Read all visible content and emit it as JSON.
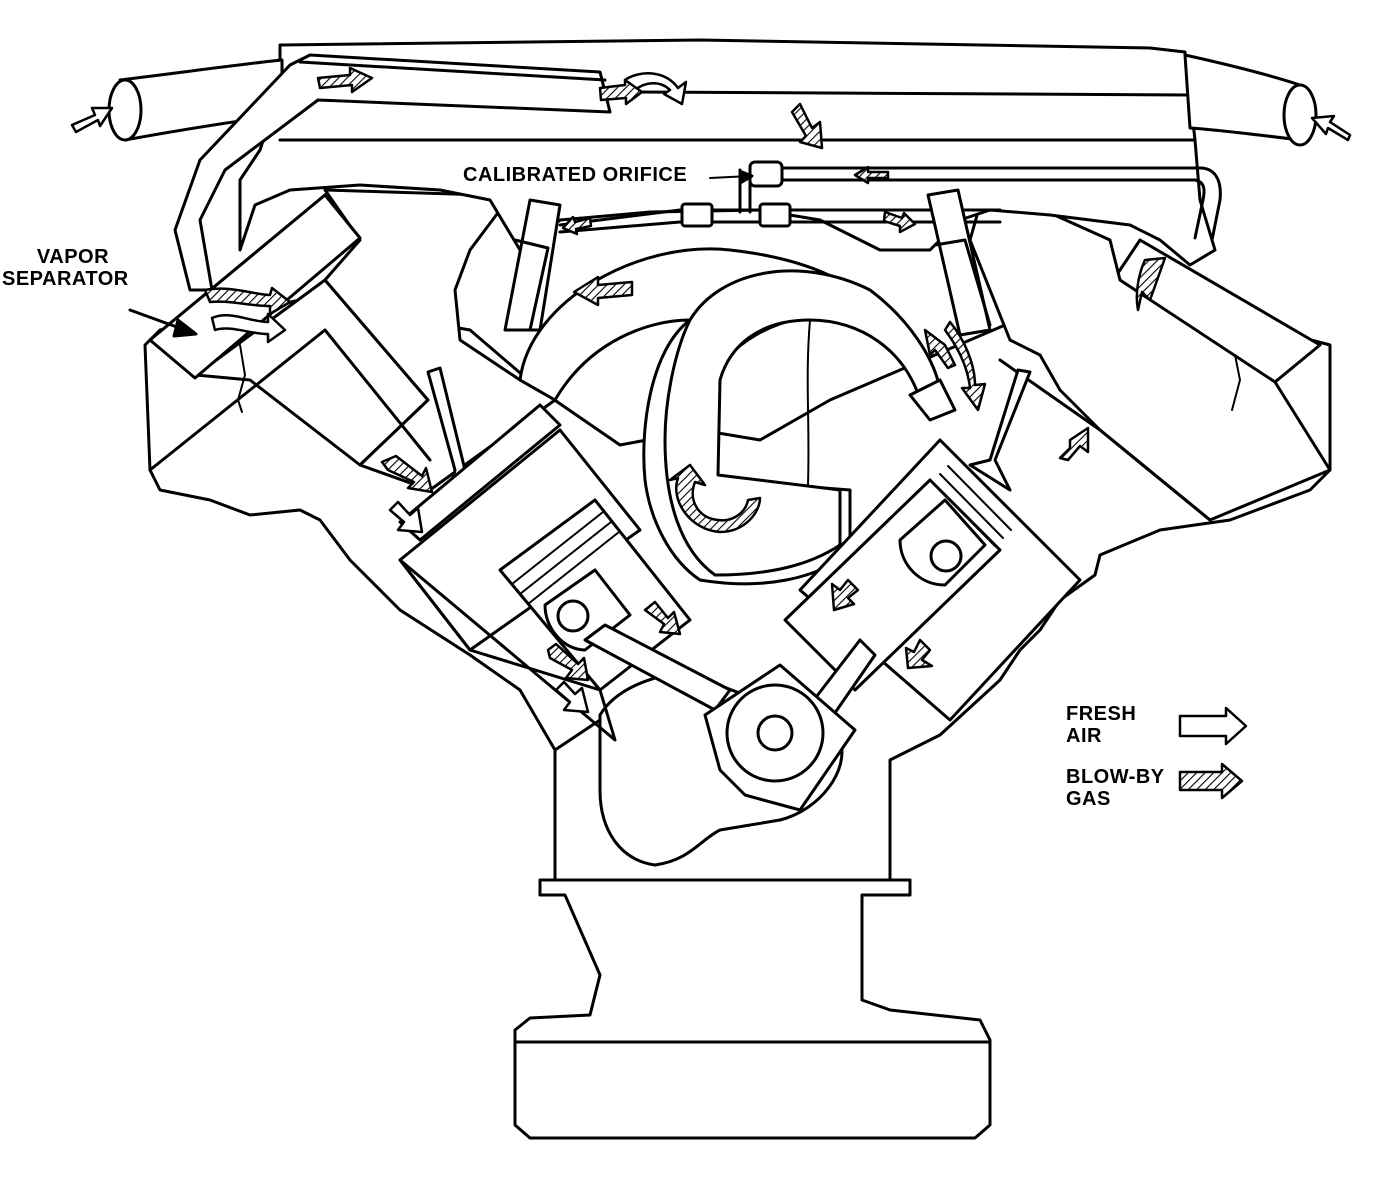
{
  "labels": {
    "calibrated_orifice": "CALIBRATED ORIFICE",
    "vapor_separator_line1": "VAPOR",
    "vapor_separator_line2": "SEPARATOR"
  },
  "legend": {
    "fresh_air_line1": "FRESH",
    "fresh_air_line2": "AIR",
    "blow_by_line1": "BLOW-BY",
    "blow_by_line2": "GAS"
  },
  "colors": {
    "ink": "#000000",
    "paper": "#ffffff"
  }
}
